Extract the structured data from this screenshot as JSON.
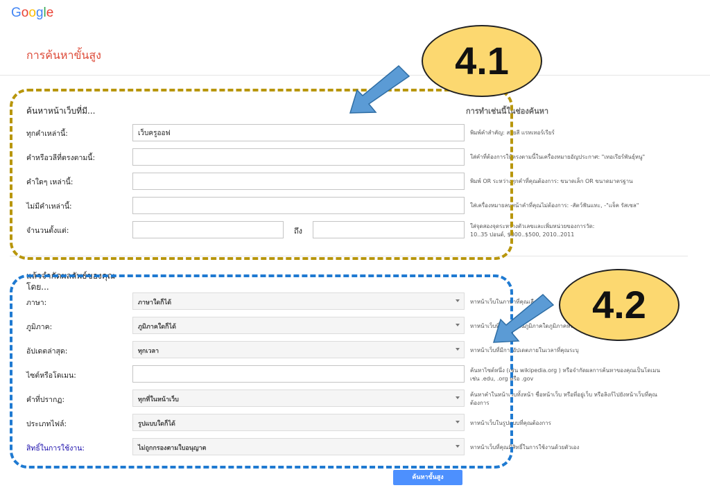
{
  "logo": "Google",
  "page_title": "การค้นหาขั้นสูง",
  "find_section": {
    "title": "ค้นหาหน้าเว็บที่มี...",
    "help_header": "การทำเช่นนี้ในช่องค้นหา",
    "rows": [
      {
        "label": "ทุกคำเหล่านี้:",
        "value": "เว็บครูออฟ",
        "help": "พิมพ์คำสำคัญ: สายสี แรทเทอร์เรียร์"
      },
      {
        "label": "คำหรือวลีที่ตรงตามนี้:",
        "value": "",
        "help": "ใส่คำที่ต้องการให้ตรงตามนี้ในเครื่องหมายอัญประกาศ: \"เทอเรียร์พันธุ์หนู\""
      },
      {
        "label": "คำใดๆ เหล่านี้:",
        "value": "",
        "help": "พิมพ์ OR ระหว่างทุกคำที่คุณต้องการ: ขนาดเล็ก OR ขนาดมาตรฐาน"
      },
      {
        "label": "ไม่มีคำเหล่านี้:",
        "value": "",
        "help": "ใส่เครื่องหมายลบหน้าคำที่คุณไม่ต้องการ: -สัตว์ฟันแทะ, -\"แจ็ค รัสเซล\""
      }
    ],
    "range": {
      "label": "จำนวนตั้งแต่:",
      "to": "ถึง",
      "help1": "ใส่จุดสองจุดระหว่างตัวเลขและเพิ่มหน่วยของการวัด:",
      "help2": "10..35 ปอนด์, $300..$500, 2010..2011"
    }
  },
  "narrow_section": {
    "title1": "แล้วจำกัดผลลัพธ์ของคุณ",
    "title2": "โดย...",
    "rows": [
      {
        "label": "ภาษา:",
        "value": "ภาษาใดก็ได้",
        "help": "หาหน้าเว็บในภาษาที่คุณเลือก"
      },
      {
        "label": "ภูมิภาค:",
        "value": "ภูมิภาคใดก็ได้",
        "help": "หาหน้าเว็บที่เผยแพร่ในภูมิภาคใดภูมิภาคหนึ่ง"
      },
      {
        "label": "อัปเดตล่าสุด:",
        "value": "ทุกเวลา",
        "help": "หาหน้าเว็บที่มีการอัปเดตภายในเวลาที่คุณระบุ"
      },
      {
        "label": "ไซต์หรือโดเมน:",
        "value": "",
        "help1": "ค้นหาไซต์หนึ่ง (เช่น wikipedia.org ) หรือจำกัดผลการค้นหาของคุณเป็นโดเมน",
        "help2": "เช่น .edu, .org หรือ .gov"
      },
      {
        "label": "คำที่ปรากฏ:",
        "value": "ทุกที่ในหน้าเว็บ",
        "help1": "ค้นหาคำในหน้าเว็บทั้งหน้า ชื่อหน้าเว็บ หรือที่อยู่เว็บ หรือลิงก์ไปยังหน้าเว็บที่คุณ",
        "help2": "ต้องการ"
      },
      {
        "label": "ประเภทไฟล์:",
        "value": "รูปแบบใดก็ได้",
        "help": "หาหน้าเว็บในรูปแบบที่คุณต้องการ"
      },
      {
        "label": "สิทธิ์ในการใช้งาน:",
        "value": "ไม่ถูกกรองตามใบอนุญาต",
        "help": "หาหน้าเว็บที่คุณมีสิทธิ์ในการใช้งานด้วยตัวเอง"
      }
    ]
  },
  "search_button": "ค้นหาขั้นสูง",
  "annotations": {
    "badge1": "4.1",
    "badge2": "4.2"
  },
  "colors": {
    "accent_red": "#dd4b39",
    "button_blue": "#4d90fe",
    "dash_gold": "#b8960c",
    "dash_blue": "#1f7ad1",
    "badge_yellow": "#fcd870",
    "arrow_blue": "#5b9bd5"
  }
}
